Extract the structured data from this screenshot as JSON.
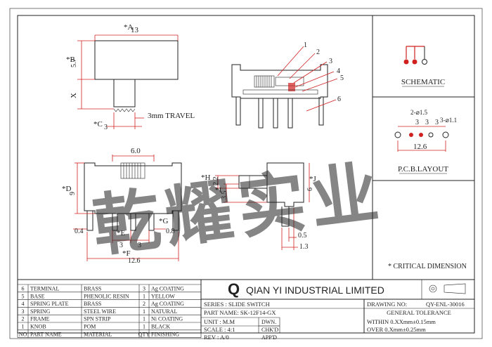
{
  "drawing": {
    "dims": {
      "a_label": "*A",
      "a_value": "13",
      "b_label": "*B",
      "b_value": "5.7",
      "x_label": "X",
      "c_label": "*C",
      "c_value": "3",
      "travel": "3mm TRAVEL",
      "w6": "6.0",
      "d_label": "*D",
      "d_value": "9",
      "dim04": "0.4",
      "e_label": "*E",
      "dim3a": "3",
      "dim3b": "3",
      "g_label": "*G",
      "dim08": "0.8",
      "f_label": "*F",
      "f_value": "12.6",
      "h_label": "*H",
      "h_value": "2.2",
      "i_label": "*I",
      "i_value": "3.5",
      "j_label": "*J",
      "j_value": "6",
      "dim05": "0.5",
      "dim13": "1.3"
    },
    "callouts": [
      "1",
      "2",
      "3",
      "4",
      "5",
      "6"
    ]
  },
  "side_panel": {
    "schematic_title": "SCHEMATIC",
    "pcb_title": "P.C.B.LAYOUT",
    "hole_label_left": "2-⌀1.5",
    "hole_label_right": "3-⌀1.1",
    "pitch_a": "3",
    "pitch_b": "3",
    "pitch_c": "3",
    "pcb_width": "12.6",
    "critical_note": "* CRITICAL  DIMENSION"
  },
  "watermark": "乾耀实业",
  "title_block": {
    "company": "QIAN YI INDUSTRIAL LIMITED",
    "logo_letter": "Q",
    "series": "SERIES : SLIDE SWITCH",
    "part_name": "PART NAME: SK-12F14-GX",
    "unit": "UNIT : M.M",
    "scale": "SCALE : 4:1",
    "rev": "REV  : A/0",
    "dwn": "DWN.",
    "chkd": "CHK'D",
    "appd": "APP'D",
    "drawing_no_label": "DRAWING NO:",
    "drawing_no": "QY-ENL-30016",
    "general_tolerance": "GENERAL TOLERANCE",
    "tol_within": "WITHIN 0.XXmm±0.15mm",
    "tol_over": "OVER   0.Xmm±0.25mm"
  },
  "bom": {
    "headers": [
      "NO",
      "PART NAME",
      "MATERIAL",
      "QTY",
      "FINISHING"
    ],
    "rows": [
      [
        "6",
        "TERMINAL",
        "BRASS",
        "3",
        "Ag COATING"
      ],
      [
        "5",
        "BASE",
        "PHENOLIC RESIN",
        "1",
        "YELLOW"
      ],
      [
        "4",
        "SPRING PLATE",
        "BRASS",
        "2",
        "Ag COATING"
      ],
      [
        "3",
        "SPRING",
        "STEEL WIRE",
        "1",
        "NATURAL"
      ],
      [
        "2",
        "FRAME",
        "SPN STRIP",
        "1",
        "Ni COATING"
      ],
      [
        "1",
        "KNOB",
        "POM",
        "1",
        "BLACK"
      ]
    ]
  }
}
